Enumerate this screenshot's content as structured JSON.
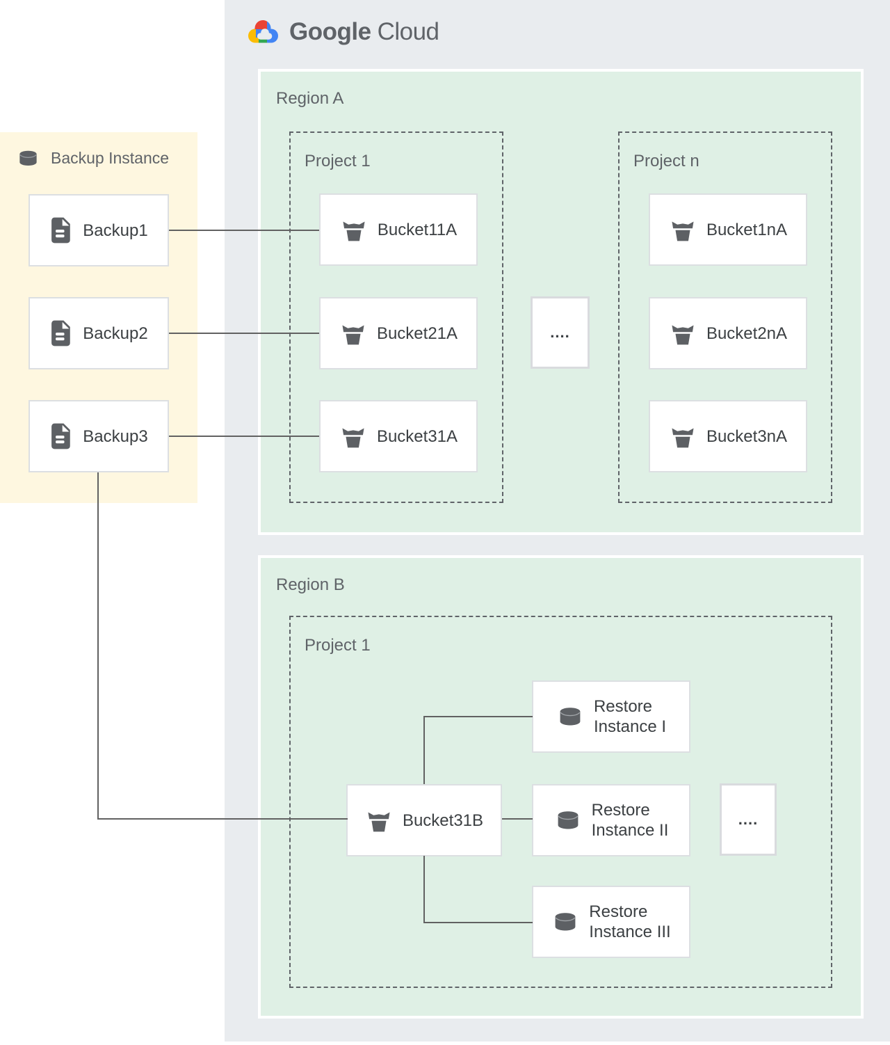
{
  "logo": {
    "google": "Google",
    "cloud": "Cloud",
    "icon": "google-cloud-logo",
    "colors": {
      "red": "#EA4335",
      "blue": "#4285F4",
      "green": "#34A853",
      "yellow": "#FBBC05",
      "text": "#5f6368"
    }
  },
  "backup_panel": {
    "title": "Backup Instance",
    "title_icon": "database-icon",
    "bg_color": "#fef7e0",
    "items": [
      {
        "label": "Backup1",
        "icon": "document-icon"
      },
      {
        "label": "Backup2",
        "icon": "document-icon"
      },
      {
        "label": "Backup3",
        "icon": "document-icon"
      }
    ]
  },
  "region_a": {
    "label": "Region A",
    "bg_color": "#dff0e5",
    "ellipsis": "....",
    "projects": [
      {
        "label": "Project 1",
        "buckets": [
          "Bucket11A",
          "Bucket21A",
          "Bucket31A"
        ],
        "bucket_icon": "bucket-icon"
      },
      {
        "label": "Project n",
        "buckets": [
          "Bucket1nA",
          "Bucket2nA",
          "Bucket3nA"
        ],
        "bucket_icon": "bucket-icon"
      }
    ]
  },
  "region_b": {
    "label": "Region B",
    "bg_color": "#dff0e5",
    "project": {
      "label": "Project 1",
      "bucket": "Bucket31B",
      "bucket_icon": "bucket-icon",
      "ellipsis": "....",
      "restores": [
        {
          "label": "Restore\nInstance I",
          "icon": "database-icon"
        },
        {
          "label": "Restore\nInstance II",
          "icon": "database-icon"
        },
        {
          "label": "Restore\nInstance III",
          "icon": "database-icon"
        }
      ]
    }
  },
  "connections": [
    "Backup1 - Bucket11A",
    "Backup2 - Bucket21A",
    "Backup3 - Bucket31A",
    "Backup3 - Bucket31B",
    "Bucket31B - Restore Instance I",
    "Bucket31B - Restore Instance II",
    "Bucket31B - Restore Instance III"
  ],
  "palette": {
    "outer_bg": "#e9ecef",
    "line": "#616161",
    "node_border": "#dcdfe2",
    "dashed_border": "#5f6368",
    "label_text": "#5f6368",
    "node_text": "#3c4043",
    "icon_gray": "#5d6064"
  }
}
